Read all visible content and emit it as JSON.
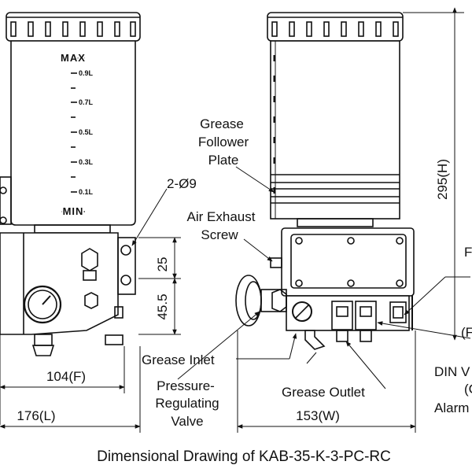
{
  "caption": "Dimensional Drawing of KAB-35-K-3-PC-RC",
  "reservoir": {
    "max_label": "MAX",
    "min_label": "MIN",
    "graduations": [
      "0.9L",
      "0.7L",
      "0.5L",
      "0.3L",
      "0.1L"
    ]
  },
  "labels": {
    "grease_follower_plate": [
      "Grease",
      "Follower",
      "Plate"
    ],
    "mounting_holes": "2-Ø9",
    "air_exhaust_screw": [
      "Air Exhaust",
      "Screw"
    ],
    "grease_inlet": "Grease Inlet",
    "pressure_regulating_valve": [
      "Pressure-",
      "Regulating",
      "Valve"
    ],
    "grease_outlet": "Grease Outlet",
    "din_valve": [
      "DIN V",
      "(C",
      "Alarm"
    ],
    "right_top_partial": "F",
    "right_mid_partial": "(F"
  },
  "dimensions": {
    "height": "295(H)",
    "dim_25": "25",
    "dim_45_5": "45.5",
    "front": "104(F)",
    "length": "176(L)",
    "width": "153(W)"
  }
}
